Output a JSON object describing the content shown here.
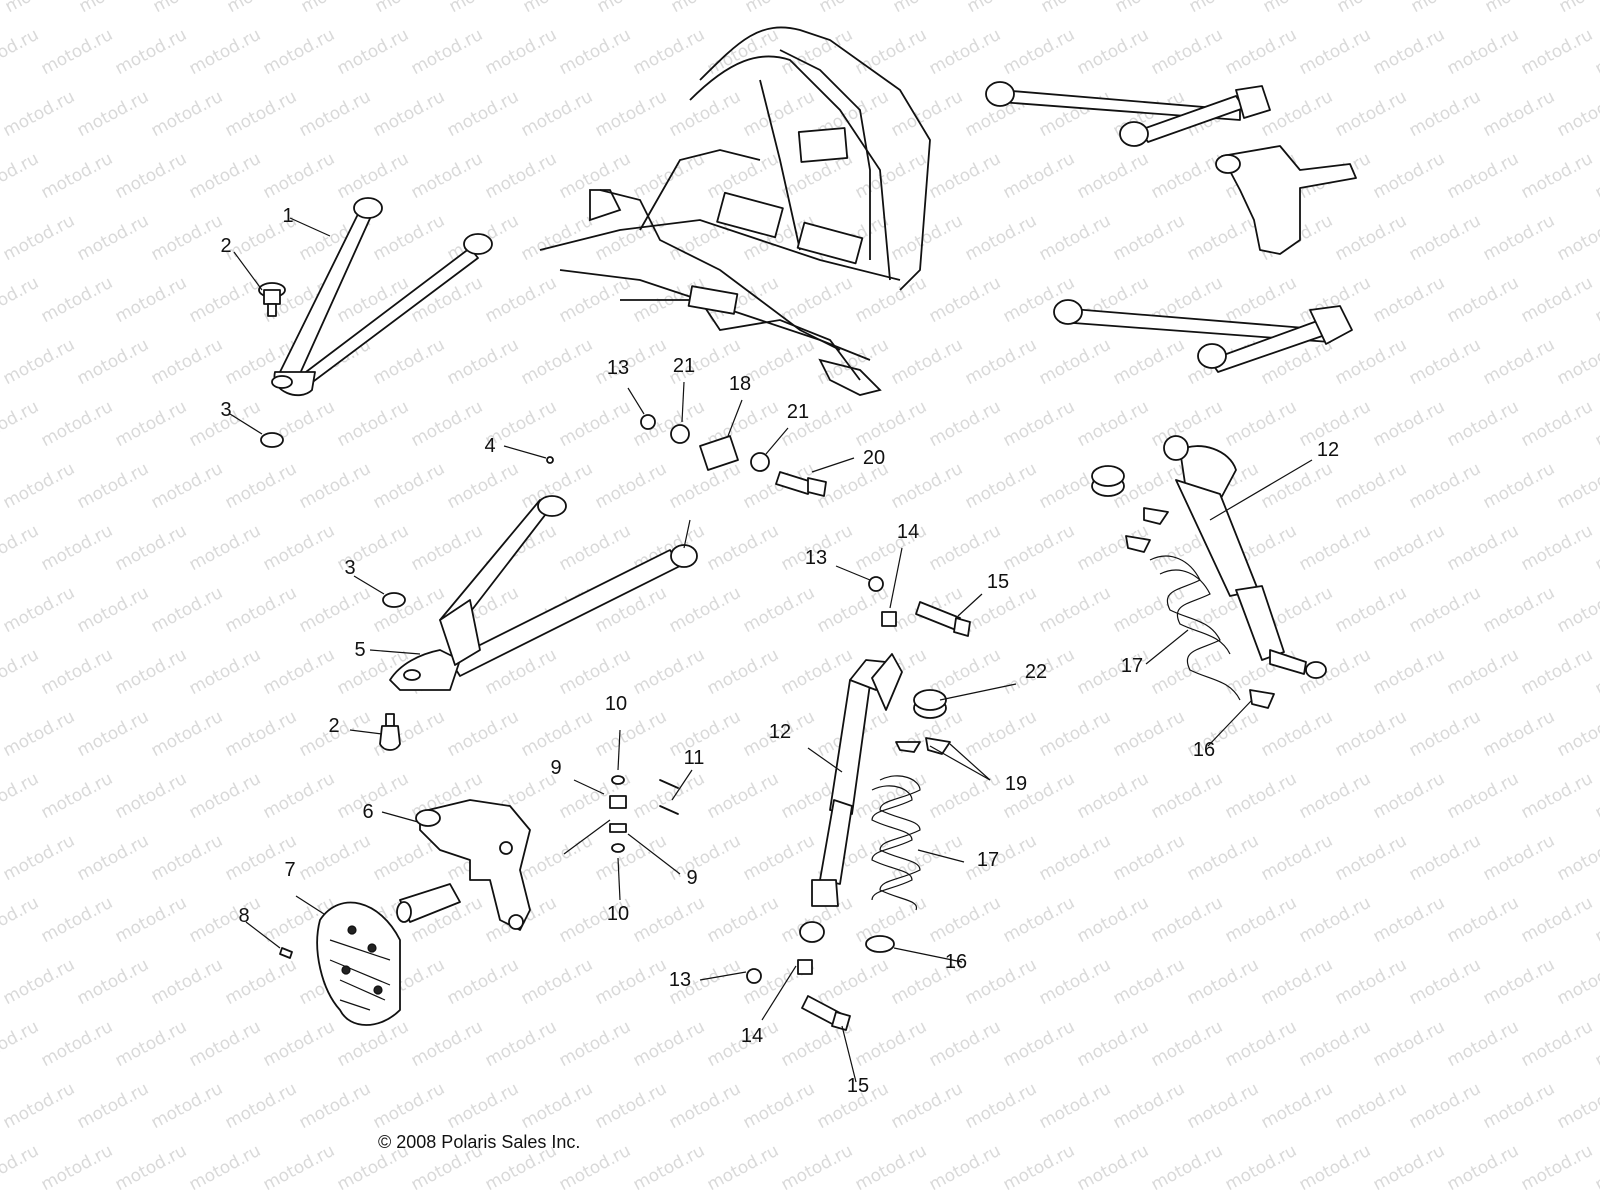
{
  "watermark": "motod.ru",
  "copyright": "© 2008 Polaris Sales Inc.",
  "callouts": [
    "1",
    "2",
    "3",
    "4",
    "3",
    "5",
    "2",
    "6",
    "7",
    "8",
    "13",
    "21",
    "18",
    "21",
    "20",
    "13",
    "14",
    "15",
    "12",
    "10",
    "9",
    "11",
    "9",
    "10",
    "13",
    "14",
    "15",
    "22",
    "19",
    "17",
    "16",
    "12",
    "17",
    "16"
  ]
}
